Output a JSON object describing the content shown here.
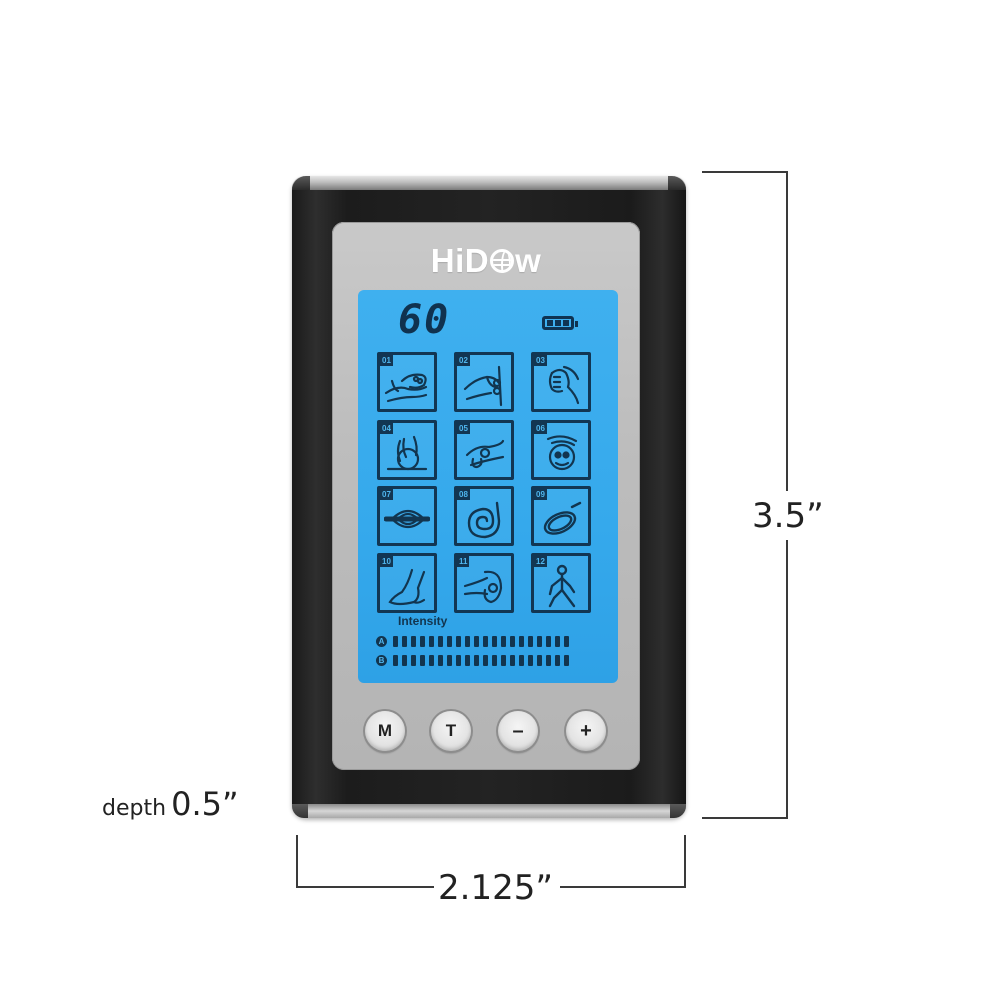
{
  "device": {
    "brand": {
      "prefix": "HiD",
      "suffix": "w"
    },
    "lcd": {
      "timer": "60",
      "battery_bars": 3,
      "programs": [
        {
          "num": "01",
          "icon": "arm-massage-icon"
        },
        {
          "num": "02",
          "icon": "hand-pinch-icon"
        },
        {
          "num": "03",
          "icon": "hand-grip-icon"
        },
        {
          "num": "04",
          "icon": "kneading-icon"
        },
        {
          "num": "05",
          "icon": "hand-rub-icon"
        },
        {
          "num": "06",
          "icon": "face-massage-icon"
        },
        {
          "num": "07",
          "icon": "muscle-icon"
        },
        {
          "num": "08",
          "icon": "spiral-icon"
        },
        {
          "num": "09",
          "icon": "coil-icon"
        },
        {
          "num": "10",
          "icon": "foot-icon"
        },
        {
          "num": "11",
          "icon": "neck-icon"
        },
        {
          "num": "12",
          "icon": "walking-person-icon"
        }
      ],
      "intensity_label": "Intensity",
      "channels": [
        {
          "letter": "A",
          "bars": 20
        },
        {
          "letter": "B",
          "bars": 20
        }
      ]
    },
    "buttons": [
      {
        "label": "M",
        "name": "mode-button"
      },
      {
        "label": "T",
        "name": "timer-button"
      },
      {
        "label": "–",
        "name": "decrease-button"
      },
      {
        "label": "+",
        "name": "increase-button"
      }
    ]
  },
  "dimensions": {
    "height": "3.5”",
    "width": "2.125”",
    "depth_label": "depth",
    "depth_value": "0.5”"
  },
  "colors": {
    "lcd": "#38abed",
    "lcd_ink": "#12354f",
    "body": "#222222",
    "panel": "#bdbdbd"
  }
}
